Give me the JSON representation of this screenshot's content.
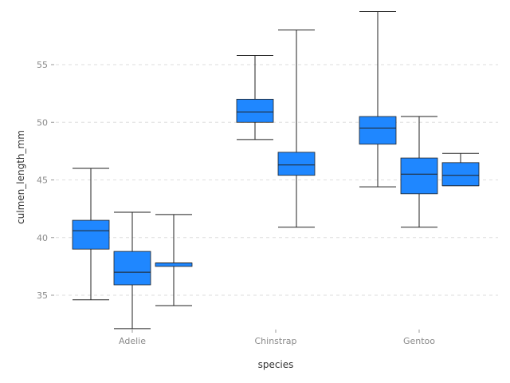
{
  "chart_data": {
    "type": "boxplot",
    "xlabel": "species",
    "ylabel": "culmen_length_mm",
    "categories": [
      "Adelie",
      "Chinstrap",
      "Gentoo"
    ],
    "y_ticks": [
      35,
      40,
      45,
      50,
      55
    ],
    "ylim": [
      32,
      60
    ],
    "grid": true,
    "box_color": "#1f87ff",
    "groups": [
      {
        "category": "Adelie",
        "boxes": [
          {
            "whisker_low": 34.6,
            "q1": 39.0,
            "median": 40.6,
            "q3": 41.5,
            "whisker_high": 46.0
          },
          {
            "whisker_low": 32.1,
            "q1": 35.9,
            "median": 37.0,
            "q3": 38.8,
            "whisker_high": 42.2
          },
          {
            "whisker_low": 34.1,
            "q1": 37.5,
            "median": 37.8,
            "q3": 37.8,
            "whisker_high": 42.0
          }
        ]
      },
      {
        "category": "Chinstrap",
        "boxes": [
          {
            "whisker_low": 48.5,
            "q1": 50.0,
            "median": 50.9,
            "q3": 52.0,
            "whisker_high": 55.8
          },
          {
            "whisker_low": 40.9,
            "q1": 45.4,
            "median": 46.3,
            "q3": 47.4,
            "whisker_high": 58.0
          }
        ]
      },
      {
        "category": "Gentoo",
        "boxes": [
          {
            "whisker_low": 44.4,
            "q1": 48.1,
            "median": 49.5,
            "q3": 50.5,
            "whisker_high": 59.6
          },
          {
            "whisker_low": 40.9,
            "q1": 43.8,
            "median": 45.5,
            "q3": 46.9,
            "whisker_high": 50.5
          },
          {
            "whisker_low": 44.5,
            "q1": 44.5,
            "median": 45.4,
            "q3": 46.5,
            "whisker_high": 47.3
          }
        ]
      }
    ]
  }
}
